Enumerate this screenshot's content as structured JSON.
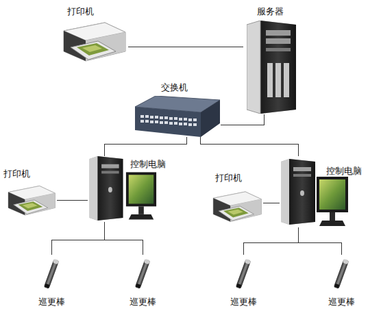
{
  "diagram": {
    "nodes": [
      {
        "text": [
          "打印机"
        ]
      },
      {
        "text": [
          "服务器"
        ]
      },
      {
        "text": [
          "交换机"
        ]
      },
      {
        "text": [
          "打印机"
        ]
      },
      {
        "text": [
          "控制电脑"
        ]
      },
      {
        "text": [
          "打印机"
        ]
      },
      {
        "text": [
          "控制电脑"
        ]
      },
      {
        "text": [
          "巡更棒"
        ]
      },
      {
        "text": [
          "巡更棒"
        ]
      },
      {
        "text": [
          "巡更棒"
        ]
      },
      {
        "text": [
          "巡更棒"
        ]
      }
    ],
    "edges": [
      {
        "from": 0,
        "to": 1,
        "arrow": "none"
      },
      {
        "from": 1,
        "to": 2,
        "arrow": "none"
      },
      {
        "from": 2,
        "to": 4,
        "arrow": "none"
      },
      {
        "from": 2,
        "to": 6,
        "arrow": "none"
      },
      {
        "from": 4,
        "to": 3,
        "arrow": "none"
      },
      {
        "from": 4,
        "to": 7,
        "arrow": "none"
      },
      {
        "from": 4,
        "to": 8,
        "arrow": "none"
      },
      {
        "from": 6,
        "to": 5,
        "arrow": "none"
      },
      {
        "from": 6,
        "to": 9,
        "arrow": "none"
      },
      {
        "from": 6,
        "to": 10,
        "arrow": "none"
      }
    ]
  }
}
